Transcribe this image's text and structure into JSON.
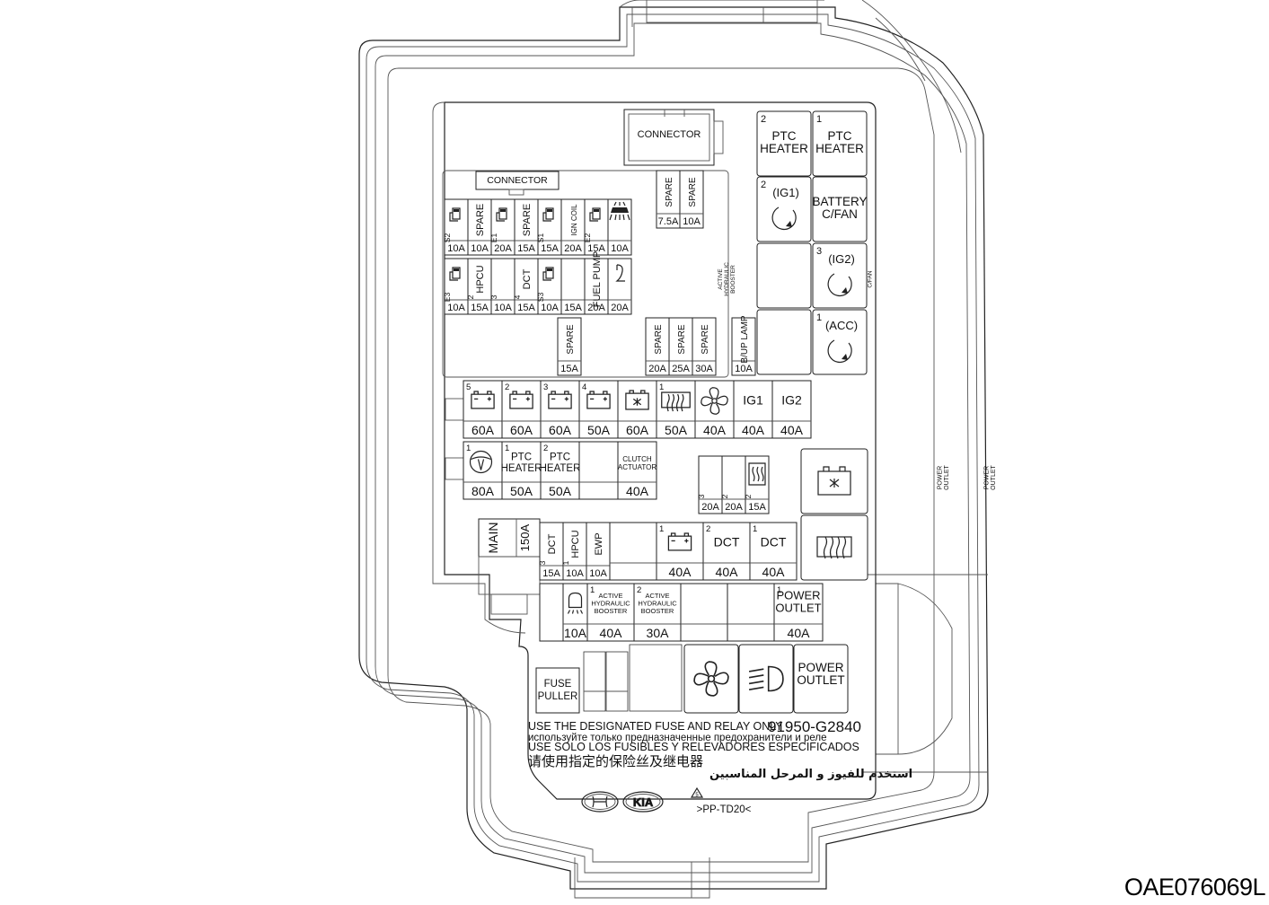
{
  "connectors": {
    "top": "CONNECTOR",
    "left": "CONNECTOR"
  },
  "fuses_row1": [
    {
      "num": "S2",
      "label": "",
      "icon": "relay-icon",
      "amp": "10A"
    },
    {
      "num": "",
      "label": "SPARE",
      "icon": "",
      "amp": "10A"
    },
    {
      "num": "E1",
      "label": "",
      "icon": "relay-icon",
      "amp": "20A"
    },
    {
      "num": "",
      "label": "SPARE",
      "icon": "",
      "amp": "15A"
    },
    {
      "num": "S1",
      "label": "",
      "icon": "relay-icon",
      "amp": "15A"
    },
    {
      "num": "",
      "label": "IGN COIL",
      "icon": "",
      "amp": "20A"
    },
    {
      "num": "E2",
      "label": "",
      "icon": "relay-icon",
      "amp": "15A"
    },
    {
      "num": "",
      "label": "",
      "icon": "fog-lamp-icon",
      "amp": "10A"
    }
  ],
  "fuses_row2": [
    {
      "num": "E3",
      "label": "",
      "icon": "relay-icon",
      "amp": "10A"
    },
    {
      "num": "2",
      "label": "HPCU",
      "icon": "",
      "amp": "15A"
    },
    {
      "num": "3",
      "label": "ACTIVE HYDRAULIC BOOSTER",
      "icon": "",
      "amp": "10A"
    },
    {
      "num": "4",
      "label": "DCT",
      "icon": "",
      "amp": "15A"
    },
    {
      "num": "S3",
      "label": "",
      "icon": "relay-icon",
      "amp": "10A"
    },
    {
      "num": "",
      "label": "BATTERY C/FAN",
      "icon": "",
      "amp": "15A"
    },
    {
      "num": "",
      "label": "FUEL PUMP",
      "icon": "",
      "amp": "20A"
    },
    {
      "num": "",
      "label": "",
      "icon": "horn-icon",
      "amp": "20A"
    }
  ],
  "spare_top": [
    {
      "label": "SPARE",
      "amp": "7.5A"
    },
    {
      "label": "SPARE",
      "amp": "10A"
    }
  ],
  "spare_low": [
    {
      "label": "SPARE",
      "amp": "15A"
    },
    {
      "label": "SPARE",
      "amp": "20A"
    },
    {
      "label": "SPARE",
      "amp": "25A"
    },
    {
      "label": "SPARE",
      "amp": "30A"
    },
    {
      "label": "B/UP LAMP",
      "amp": "10A"
    }
  ],
  "relays_right": [
    {
      "num": "2",
      "label": "PTC HEATER"
    },
    {
      "num": "1",
      "label": "PTC HEATER"
    },
    {
      "num": "2",
      "label": "(IG1)"
    },
    {
      "num": "",
      "label": "BATTERY C/FAN"
    },
    {
      "num": "3",
      "label": "(IG2)"
    },
    {
      "num": "1",
      "label": "(ACC)"
    }
  ],
  "big_row1": [
    {
      "num": "5",
      "label": "",
      "icon": "battery-icon",
      "amp": "60A"
    },
    {
      "num": "2",
      "label": "",
      "icon": "battery-icon",
      "amp": "60A"
    },
    {
      "num": "3",
      "label": "",
      "icon": "battery-icon",
      "amp": "60A"
    },
    {
      "num": "4",
      "label": "",
      "icon": "battery-icon",
      "amp": "50A"
    },
    {
      "num": "",
      "label": "",
      "icon": "coolant-fan-icon",
      "amp": "60A"
    },
    {
      "num": "1",
      "label": "",
      "icon": "rear-defrost-icon",
      "amp": "50A"
    },
    {
      "num": "",
      "label": "",
      "icon": "blower-fan-icon",
      "amp": "40A"
    },
    {
      "num": "",
      "label": "IG1",
      "icon": "",
      "amp": "40A"
    },
    {
      "num": "",
      "label": "IG2",
      "icon": "",
      "amp": "40A"
    }
  ],
  "big_row2": [
    {
      "num": "1",
      "label": "",
      "icon": "steering-wheel-icon",
      "amp": "80A"
    },
    {
      "num": "1",
      "label": "PTC HEATER",
      "icon": "",
      "amp": "50A"
    },
    {
      "num": "2",
      "label": "PTC HEATER",
      "icon": "",
      "amp": "50A"
    },
    {
      "num": "",
      "label": "",
      "icon": "",
      "amp": ""
    },
    {
      "num": "",
      "label": "CLUTCH ACTUATOR",
      "icon": "",
      "amp": "40A"
    }
  ],
  "mini_right": [
    {
      "num": "3",
      "label": "POWER OUTLET",
      "icon": "",
      "amp": "20A"
    },
    {
      "num": "2",
      "label": "POWER OUTLET",
      "icon": "",
      "amp": "20A"
    },
    {
      "num": "2",
      "label": "",
      "icon": "mirror-heater-icon",
      "amp": "15A"
    }
  ],
  "main_fuse": {
    "label": "MAIN",
    "amp": "150A"
  },
  "row3_small": [
    {
      "num": "3",
      "label": "DCT",
      "amp": "15A"
    },
    {
      "num": "1",
      "label": "HPCU",
      "amp": "10A"
    },
    {
      "num": "",
      "label": "EWP",
      "amp": "10A"
    }
  ],
  "row3_big": [
    {
      "num": "",
      "label": "",
      "icon": "",
      "amp": ""
    },
    {
      "num": "1",
      "label": "",
      "icon": "battery-icon",
      "amp": "40A"
    },
    {
      "num": "2",
      "label": "DCT",
      "icon": "",
      "amp": "40A"
    },
    {
      "num": "1",
      "label": "DCT",
      "icon": "",
      "amp": "40A"
    }
  ],
  "row4": [
    {
      "num": "",
      "label": "",
      "icon": "headlamp-icon",
      "amp": "10A"
    },
    {
      "num": "1",
      "label": "ACTIVE HYDRAULIC BOOSTER",
      "icon": "",
      "amp": "40A"
    },
    {
      "num": "2",
      "label": "ACTIVE HYDRAULIC BOOSTER",
      "icon": "",
      "amp": "30A"
    },
    {
      "num": "",
      "label": "",
      "icon": "",
      "amp": ""
    },
    {
      "num": "",
      "label": "",
      "icon": "",
      "amp": ""
    },
    {
      "num": "1",
      "label": "POWER OUTLET",
      "icon": "",
      "amp": "40A"
    }
  ],
  "bottom_relays": [
    {
      "label": "",
      "icon": "blower-fan-icon"
    },
    {
      "label": "",
      "icon": "headlamp-low-icon"
    },
    {
      "label": "POWER OUTLET",
      "icon": ""
    }
  ],
  "fuse_puller": "FUSE PULLER",
  "notices": {
    "en": "USE THE DESIGNATED FUSE AND RELAY ONLY",
    "part_no": "91950-G2840",
    "ru": "используйте только предназначенные предохранители и реле",
    "es": "USE SOLO LOS FUSIBLES Y RELEVADORES ESPECIFICADOS",
    "zh": "请使用指定的保险丝及继电器",
    "ar": "استخدم للفيوز و المرحل المناسبين"
  },
  "logos": {
    "kia": "KIA",
    "material": ">PP-TD20<"
  },
  "figure_code": "OAE076069L"
}
